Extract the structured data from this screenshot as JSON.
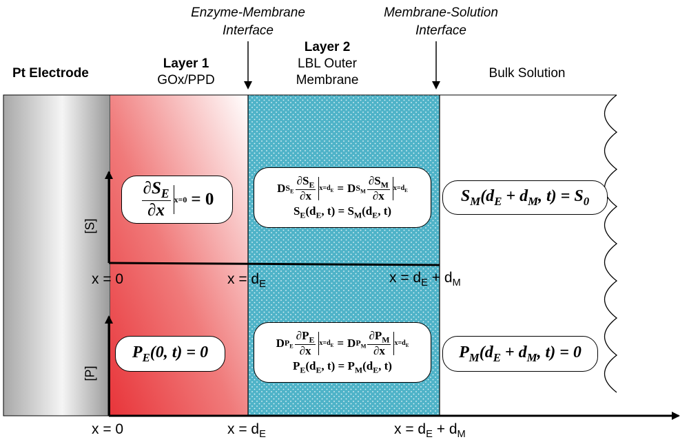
{
  "labels": {
    "electrode": "Pt Electrode",
    "layer1_title": "Layer 1",
    "layer1_sub": "GOx/PPD",
    "layer2_title": "Layer 2",
    "layer2_sub1": "LBL Outer",
    "layer2_sub2": "Membrane",
    "bulk": "Bulk Solution",
    "enz_mem_1": "Enzyme-Membrane",
    "enz_mem_2": "Interface",
    "mem_sol_1": "Membrane-Solution",
    "mem_sol_2": "Interface"
  },
  "axes": {
    "s_axis": "[S]",
    "p_axis": "[P]",
    "x0": "x = 0",
    "xdE_prefix": "x = d",
    "xdE_sub": "E",
    "xdEdM_prefix": "x = d",
    "xdEdM_mid": " + d",
    "xdEdM_sub_E": "E",
    "xdEdM_sub_M": "M"
  },
  "equations": {
    "s_left": {
      "num": "∂S",
      "num_sub": "E",
      "den": "∂x",
      "eval": "x=0",
      "rhs": "= 0"
    },
    "s_mid_line1": {
      "d1": "D",
      "d1_sub": "S",
      "d1_subsub": "E",
      "n1": "∂S",
      "n1_sub": "E",
      "den": "∂x",
      "eval1": "x=d",
      "eval1_sub": "E",
      "eq": "=",
      "d2": "D",
      "d2_sub": "S",
      "d2_subsub": "M",
      "n2": "∂S",
      "n2_sub": "M",
      "eval2": "x=d",
      "eval2_sub": "E"
    },
    "s_mid_line2": "S_E(d_E, t) = S_M(d_E, t)",
    "s_mid_line2_parts": {
      "a": "S",
      "a_sub": "E",
      "a_arg": "(d",
      "a_arg_sub": "E",
      "a_end": ", t) =",
      "b": "S",
      "b_sub": "M",
      "b_arg": "(d",
      "b_arg_sub": "E",
      "b_end": ", t)"
    },
    "s_right": {
      "a": "S",
      "a_sub": "M",
      "args1": "(d",
      "args1_sub": "E",
      "plus": " + d",
      "plus_sub": "M",
      "end": ", t) = S",
      "rhs_sub": "0"
    },
    "p_left": {
      "a": "P",
      "a_sub": "E",
      "end": "(0, t) = 0"
    },
    "p_mid_line1": {
      "d1": "D",
      "d1_sub": "P",
      "d1_subsub": "E",
      "n1": "∂P",
      "n1_sub": "E",
      "den": "∂x",
      "eval1": "x=d",
      "eval1_sub": "E",
      "eq": "=",
      "d2": "D",
      "d2_sub": "P",
      "d2_subsub": "M",
      "n2": "∂P",
      "n2_sub": "M",
      "eval2": "x=d",
      "eval2_sub": "E"
    },
    "p_mid_line2_parts": {
      "a": "P",
      "a_sub": "E",
      "a_arg": "(d",
      "a_arg_sub": "E",
      "a_end": ", t) =",
      "b": "P",
      "b_sub": "M",
      "b_arg": "(d",
      "b_arg_sub": "E",
      "b_end": ", t)"
    },
    "p_right": {
      "a": "P",
      "a_sub": "M",
      "args1": "(d",
      "args1_sub": "E",
      "plus": " + d",
      "plus_sub": "M",
      "end": ", t) = 0"
    }
  },
  "colors": {
    "electrode_dark": "#9a9a9a",
    "electrode_light": "#f4f4f4",
    "layer1_red": "#e8353a",
    "layer1_white": "#ffffff",
    "layer2_blue": "#4fb3c8",
    "dots": "#d8eef3"
  }
}
